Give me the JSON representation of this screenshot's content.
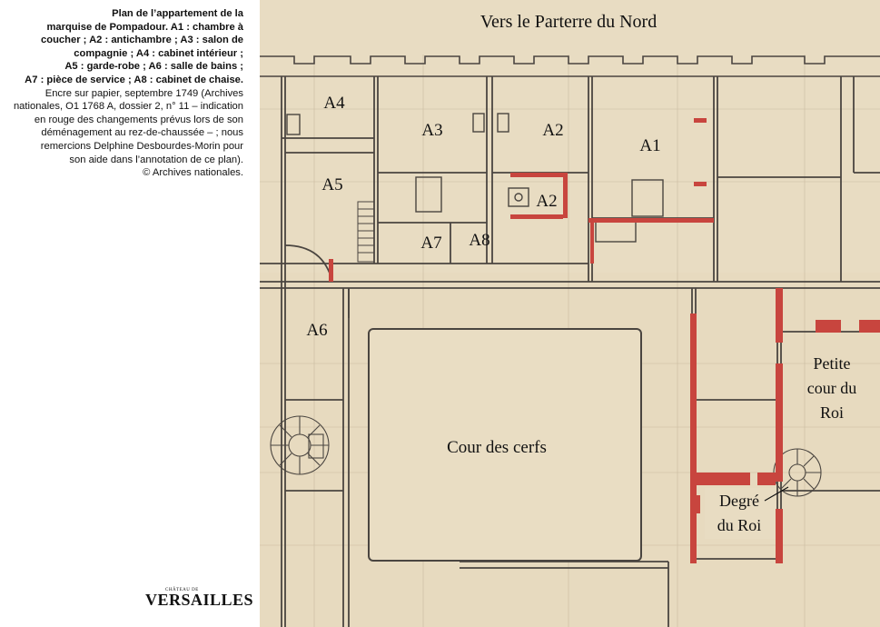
{
  "caption": {
    "bold_lines": [
      "Plan de l’appartement de la",
      "marquise de Pompadour. A1 : chambre à",
      "coucher ; A2 : antichambre ; A3 : salon de",
      "compagnie ; A4 : cabinet intérieur ;",
      "A5 : garde-robe ; A6 : salle de bains ;",
      "A7 : pièce de service ; A8 : cabinet de chaise."
    ],
    "normal_lines": [
      "Encre sur papier, septembre 1749 (Archives",
      "nationales, O1 1768 A, dossier 2, n° 11 – indication",
      "en rouge des changements prévus lors de son",
      "déménagement au rez-de-chaussée – ; nous",
      "remercions Delphine Desbourdes-Morin pour",
      "son aide dans l’annotation de ce plan).",
      "© Archives nationales."
    ]
  },
  "logo": {
    "small": "CHÂTEAU DE",
    "big": "VERSAILLES"
  },
  "map": {
    "top_label": "Vers le Parterre du Nord",
    "rooms": {
      "a4": "A4",
      "a5": "A5",
      "a3": "A3",
      "a2_top": "A2",
      "a2_bottom": "A2",
      "a1": "A1",
      "a7": "A7",
      "a8": "A8",
      "a6": "A6"
    },
    "court": "Cour des cerfs",
    "petite_cour": [
      "Petite",
      "cour du",
      "Roi"
    ],
    "degre": [
      "Degré",
      "du Roi"
    ]
  },
  "colors": {
    "paper": "#e8dcc2",
    "ink": "#4a4540",
    "red": "#c8453e"
  }
}
